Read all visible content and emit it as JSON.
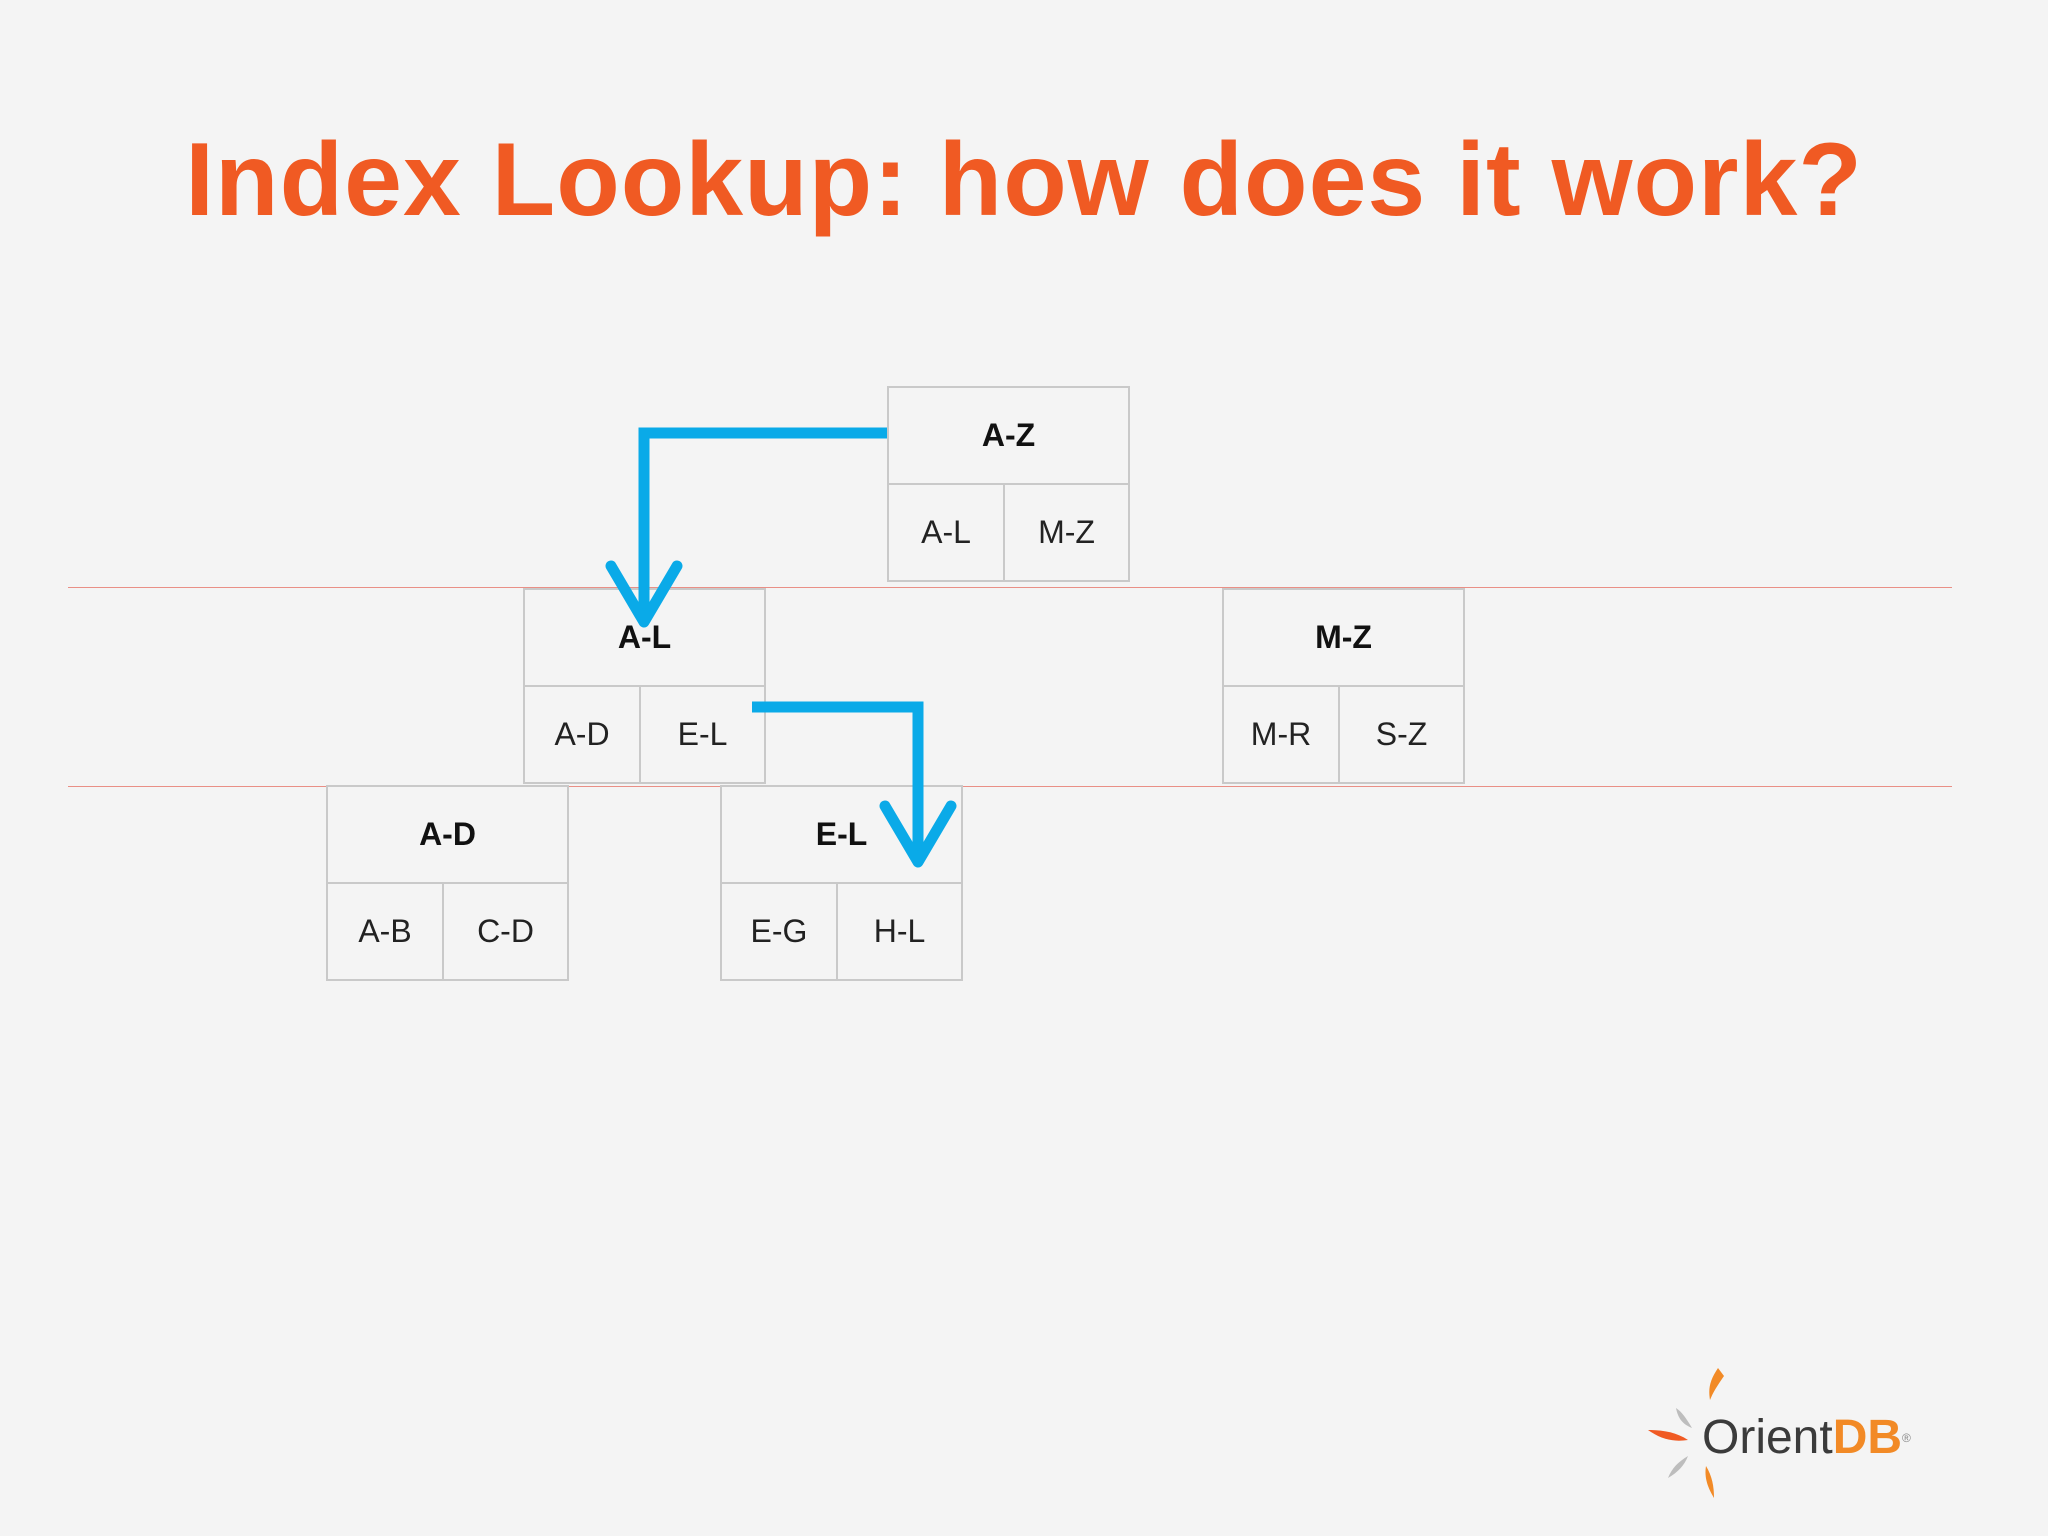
{
  "title": "Index Lookup: how does it work?",
  "nodes": {
    "root": {
      "head": "A-Z",
      "left": "A-L",
      "right": "M-Z"
    },
    "al": {
      "head": "A-L",
      "left": "A-D",
      "right": "E-L"
    },
    "mz": {
      "head": "M-Z",
      "left": "M-R",
      "right": "S-Z"
    },
    "ad": {
      "head": "A-D",
      "left": "A-B",
      "right": "C-D"
    },
    "el": {
      "head": "E-L",
      "left": "E-G",
      "right": "H-L"
    }
  },
  "logo": {
    "orient": "Orient",
    "db": "DB",
    "reg": "®"
  },
  "colors": {
    "title": "#f05a23",
    "arrow": "#0aaae8",
    "level_line": "#e98f86",
    "node_border": "#c9c9c9",
    "logo_orange": "#f28a26",
    "logo_gray": "#3b3b3b"
  },
  "icons": [
    "orientdb-logo-icon",
    "arrow-down-icon"
  ]
}
